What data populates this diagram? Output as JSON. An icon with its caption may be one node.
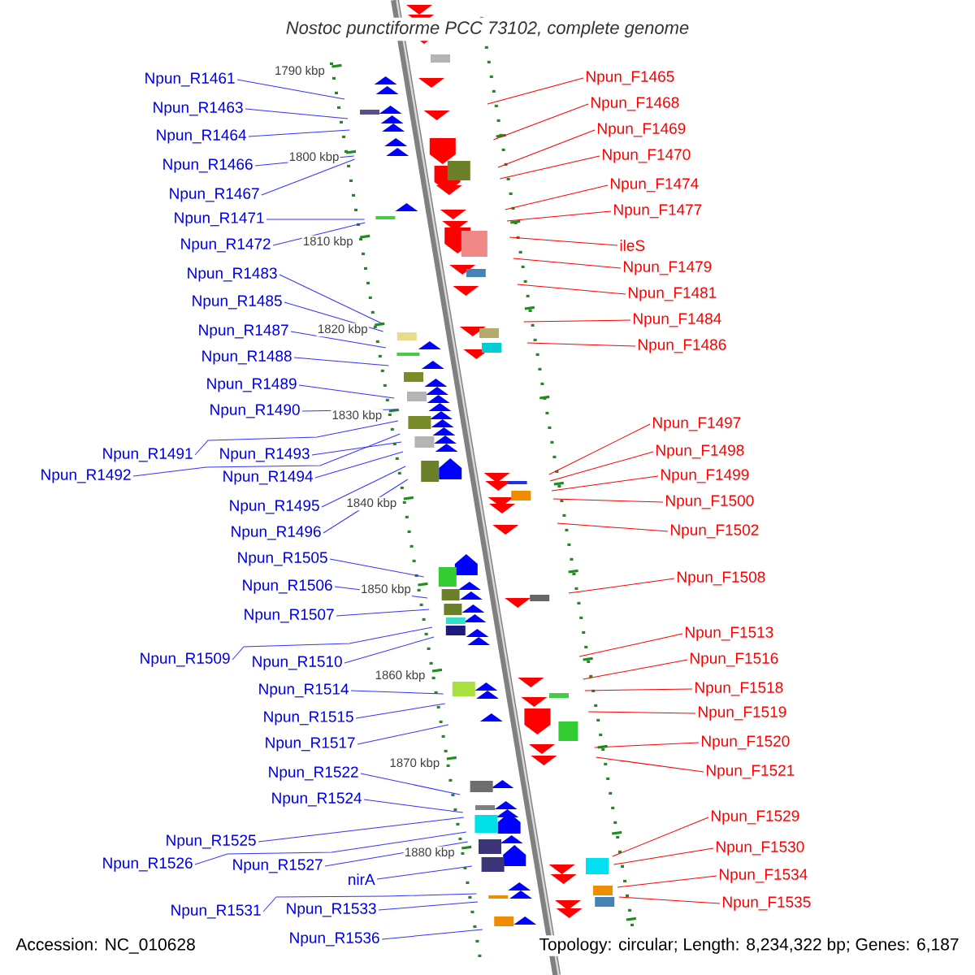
{
  "diagram": {
    "title": "Nostoc punctiforme PCC 73102, complete genome",
    "nodes": [
      {
        "text": [
          "Npun_R1461"
        ]
      },
      {
        "text": [
          "Npun_R1463"
        ]
      },
      {
        "text": [
          "Npun_R1464"
        ]
      },
      {
        "text": [
          "Npun_R1466"
        ]
      },
      {
        "text": [
          "Npun_R1467"
        ]
      },
      {
        "text": [
          "Npun_R1471"
        ]
      },
      {
        "text": [
          "Npun_R1472"
        ]
      },
      {
        "text": [
          "Npun_R1483"
        ]
      },
      {
        "text": [
          "Npun_R1485"
        ]
      },
      {
        "text": [
          "Npun_R1487"
        ]
      },
      {
        "text": [
          "Npun_R1488"
        ]
      },
      {
        "text": [
          "Npun_R1489"
        ]
      },
      {
        "text": [
          "Npun_R1490"
        ]
      },
      {
        "text": [
          "Npun_R1491"
        ]
      },
      {
        "text": [
          "Npun_R1492"
        ]
      },
      {
        "text": [
          "Npun_R1493"
        ]
      },
      {
        "text": [
          "Npun_R1494"
        ]
      },
      {
        "text": [
          "Npun_R1495"
        ]
      },
      {
        "text": [
          "Npun_R1496"
        ]
      },
      {
        "text": [
          "Npun_R1505"
        ]
      },
      {
        "text": [
          "Npun_R1506"
        ]
      },
      {
        "text": [
          "Npun_R1507"
        ]
      },
      {
        "text": [
          "Npun_R1509"
        ]
      },
      {
        "text": [
          "Npun_R1510"
        ]
      },
      {
        "text": [
          "Npun_R1514"
        ]
      },
      {
        "text": [
          "Npun_R1515"
        ]
      },
      {
        "text": [
          "Npun_R1517"
        ]
      },
      {
        "text": [
          "Npun_R1522"
        ]
      },
      {
        "text": [
          "Npun_R1524"
        ]
      },
      {
        "text": [
          "Npun_R1525"
        ]
      },
      {
        "text": [
          "Npun_R1526"
        ]
      },
      {
        "text": [
          "Npun_R1527"
        ]
      },
      {
        "text": [
          "nirA"
        ]
      },
      {
        "text": [
          "Npun_R1531"
        ]
      },
      {
        "text": [
          "Npun_R1533"
        ]
      },
      {
        "text": [
          "Npun_R1536"
        ]
      },
      {
        "text": [
          "Npun_F1465"
        ]
      },
      {
        "text": [
          "Npun_F1468"
        ]
      },
      {
        "text": [
          "Npun_F1469"
        ]
      },
      {
        "text": [
          "Npun_F1470"
        ]
      },
      {
        "text": [
          "Npun_F1474"
        ]
      },
      {
        "text": [
          "Npun_F1477"
        ]
      },
      {
        "text": [
          "ileS"
        ]
      },
      {
        "text": [
          "Npun_F1479"
        ]
      },
      {
        "text": [
          "Npun_F1481"
        ]
      },
      {
        "text": [
          "Npun_F1484"
        ]
      },
      {
        "text": [
          "Npun_F1486"
        ]
      },
      {
        "text": [
          "Npun_F1497"
        ]
      },
      {
        "text": [
          "Npun_F1498"
        ]
      },
      {
        "text": [
          "Npun_F1499"
        ]
      },
      {
        "text": [
          "Npun_F1500"
        ]
      },
      {
        "text": [
          "Npun_F1502"
        ]
      },
      {
        "text": [
          "Npun_F1508"
        ]
      },
      {
        "text": [
          "Npun_F1513"
        ]
      },
      {
        "text": [
          "Npun_F1516"
        ]
      },
      {
        "text": [
          "Npun_F1518"
        ]
      },
      {
        "text": [
          "Npun_F1519"
        ]
      },
      {
        "text": [
          "Npun_F1520"
        ]
      },
      {
        "text": [
          "Npun_F1521"
        ]
      },
      {
        "text": [
          "Npun_F1529"
        ]
      },
      {
        "text": [
          "Npun_F1530"
        ]
      },
      {
        "text": [
          "Npun_F1534"
        ]
      },
      {
        "text": [
          "Npun_F1535"
        ]
      }
    ],
    "edges": [
      {
        "from": 0,
        "to": null,
        "arrow": "none"
      },
      {
        "from": 1,
        "to": null,
        "arrow": "none"
      },
      {
        "from": 2,
        "to": null,
        "arrow": "none"
      },
      {
        "from": 3,
        "to": null,
        "arrow": "none"
      },
      {
        "from": 4,
        "to": null,
        "arrow": "none"
      },
      {
        "from": 5,
        "to": null,
        "arrow": "none"
      },
      {
        "from": 6,
        "to": null,
        "arrow": "none"
      },
      {
        "from": 7,
        "to": null,
        "arrow": "none"
      },
      {
        "from": 8,
        "to": null,
        "arrow": "none"
      },
      {
        "from": 9,
        "to": null,
        "arrow": "none"
      },
      {
        "from": 10,
        "to": null,
        "arrow": "none"
      },
      {
        "from": 11,
        "to": null,
        "arrow": "none"
      },
      {
        "from": 12,
        "to": null,
        "arrow": "none"
      },
      {
        "from": 13,
        "to": null,
        "arrow": "none"
      },
      {
        "from": 14,
        "to": null,
        "arrow": "none"
      },
      {
        "from": 15,
        "to": null,
        "arrow": "none"
      },
      {
        "from": 16,
        "to": null,
        "arrow": "none"
      },
      {
        "from": 17,
        "to": null,
        "arrow": "none"
      },
      {
        "from": 18,
        "to": null,
        "arrow": "none"
      },
      {
        "from": 19,
        "to": null,
        "arrow": "none"
      },
      {
        "from": 20,
        "to": null,
        "arrow": "none"
      },
      {
        "from": 21,
        "to": null,
        "arrow": "none"
      },
      {
        "from": 22,
        "to": null,
        "arrow": "none"
      },
      {
        "from": 23,
        "to": null,
        "arrow": "none"
      },
      {
        "from": 24,
        "to": null,
        "arrow": "none"
      },
      {
        "from": 25,
        "to": null,
        "arrow": "none"
      },
      {
        "from": 26,
        "to": null,
        "arrow": "none"
      },
      {
        "from": 27,
        "to": null,
        "arrow": "none"
      },
      {
        "from": 28,
        "to": null,
        "arrow": "none"
      },
      {
        "from": 29,
        "to": null,
        "arrow": "none"
      },
      {
        "from": 30,
        "to": null,
        "arrow": "none"
      },
      {
        "from": 31,
        "to": null,
        "arrow": "none"
      },
      {
        "from": 32,
        "to": null,
        "arrow": "none"
      },
      {
        "from": 33,
        "to": null,
        "arrow": "none"
      },
      {
        "from": 34,
        "to": null,
        "arrow": "none"
      },
      {
        "from": 35,
        "to": null,
        "arrow": "none"
      },
      {
        "from": 36,
        "to": null,
        "arrow": "none",
        "color": "#ff0000"
      },
      {
        "from": 37,
        "to": null,
        "arrow": "none",
        "color": "#ff0000"
      },
      {
        "from": 38,
        "to": null,
        "arrow": "none",
        "color": "#ff0000"
      },
      {
        "from": 39,
        "to": null,
        "arrow": "none",
        "color": "#ff0000"
      },
      {
        "from": 40,
        "to": null,
        "arrow": "none",
        "color": "#ff0000"
      },
      {
        "from": 41,
        "to": null,
        "arrow": "none",
        "color": "#ff0000"
      },
      {
        "from": 42,
        "to": null,
        "arrow": "none",
        "color": "#ff0000"
      },
      {
        "from": 43,
        "to": null,
        "arrow": "none",
        "color": "#ff0000"
      },
      {
        "from": 44,
        "to": null,
        "arrow": "none",
        "color": "#ff0000"
      },
      {
        "from": 45,
        "to": null,
        "arrow": "none",
        "color": "#ff0000"
      },
      {
        "from": 46,
        "to": null,
        "arrow": "none",
        "color": "#ff0000"
      },
      {
        "from": 47,
        "to": null,
        "arrow": "none",
        "color": "#ff0000"
      },
      {
        "from": 48,
        "to": null,
        "arrow": "none",
        "color": "#ff0000"
      },
      {
        "from": 49,
        "to": null,
        "arrow": "none",
        "color": "#ff0000"
      },
      {
        "from": 50,
        "to": null,
        "arrow": "none",
        "color": "#ff0000"
      },
      {
        "from": 51,
        "to": null,
        "arrow": "none",
        "color": "#ff0000"
      },
      {
        "from": 52,
        "to": null,
        "arrow": "none",
        "color": "#ff0000"
      },
      {
        "from": 53,
        "to": null,
        "arrow": "none",
        "color": "#ff0000"
      },
      {
        "from": 54,
        "to": null,
        "arrow": "none",
        "color": "#ff0000"
      },
      {
        "from": 55,
        "to": null,
        "arrow": "none",
        "color": "#ff0000"
      },
      {
        "from": 56,
        "to": null,
        "arrow": "none",
        "color": "#ff0000"
      },
      {
        "from": 57,
        "to": null,
        "arrow": "none",
        "color": "#ff0000"
      },
      {
        "from": 58,
        "to": null,
        "arrow": "none",
        "color": "#ff0000"
      },
      {
        "from": 59,
        "to": null,
        "arrow": "none",
        "color": "#ff0000"
      },
      {
        "from": 60,
        "to": null,
        "arrow": "none",
        "color": "#ff0000"
      },
      {
        "from": 61,
        "to": null,
        "arrow": "none",
        "color": "#ff0000"
      },
      {
        "from": 62,
        "to": null,
        "arrow": "none",
        "color": "#ff0000"
      }
    ],
    "labels": [
      "1790 kbp",
      "1800 kbp",
      "1810 kbp",
      "1820 kbp",
      "1830 kbp",
      "1840 kbp",
      "1850 kbp",
      "1860 kbp",
      "1870 kbp",
      "1880 kbp",
      "Accession: NC_010628",
      "Topology: circular; Length: 8,234,322 bp; Genes: 6,187"
    ]
  }
}
